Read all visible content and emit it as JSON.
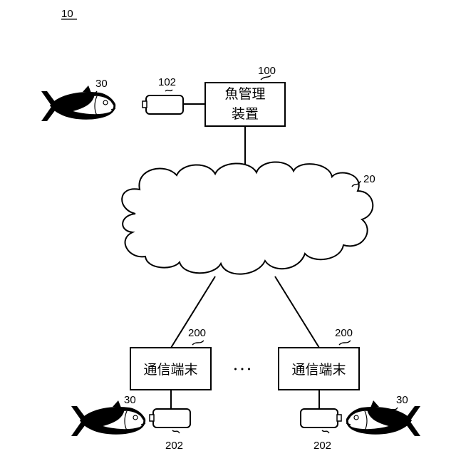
{
  "figure_number": "10",
  "network": {
    "ref": "20"
  },
  "fish_ref": "30",
  "server": {
    "ref": "100",
    "label_line1": "魚管理",
    "label_line2": "装置",
    "camera_ref": "102"
  },
  "terminal_left": {
    "ref": "200",
    "label": "通信端末",
    "camera_ref": "202"
  },
  "terminal_right": {
    "ref": "200",
    "label": "通信端末",
    "camera_ref": "202"
  },
  "ellipsis": "･･･"
}
